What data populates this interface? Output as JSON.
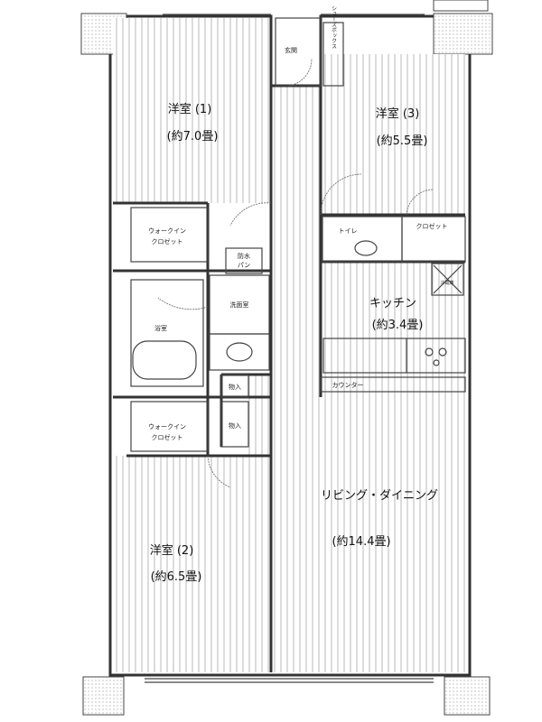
{
  "rooms": {
    "western1": {
      "name": "洋室 (1)",
      "area": "(約7.0畳)"
    },
    "western2": {
      "name": "洋室 (2)",
      "area": "(約6.5畳)"
    },
    "western3": {
      "name": "洋室 (3)",
      "area": "(約5.5畳)"
    },
    "entrance": "玄関",
    "shoebox": "シューズボックス",
    "wic1": [
      "ウォークイン",
      "クロゼット"
    ],
    "wic2": [
      "ウォークイン",
      "クロゼット"
    ],
    "toilet": "トイレ",
    "closet": "クロゼット",
    "washpan": [
      "防水",
      "パン"
    ],
    "washroom": "洗面室",
    "bath": "浴室",
    "storage1": "物入",
    "storage2": "物入",
    "refrigerator": "冷蔵庫",
    "kitchen": {
      "name": "キッチン",
      "area": "(約3.4畳)"
    },
    "counter": "カウンター",
    "living": {
      "name": "リビング・ダイニング",
      "area": "(約14.4畳)"
    }
  },
  "colors": {
    "wall": "#333333",
    "floor_stripe": "#b8b8b8",
    "pillar": "#e8e8e8"
  }
}
